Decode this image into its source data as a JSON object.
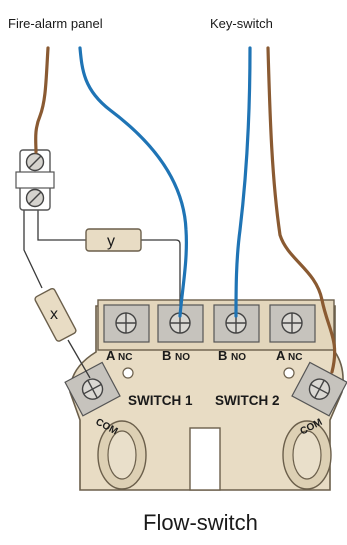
{
  "labels": {
    "fire_alarm_panel": "Fire-alarm panel",
    "key_switch": "Key-switch",
    "flow_switch": "Flow-switch",
    "resistor_x": "x",
    "resistor_y": "y",
    "switch1": "SWITCH 1",
    "switch2": "SWITCH 2",
    "com_left": "COM",
    "com_right": "COM"
  },
  "terminals": [
    {
      "main": "A",
      "sub": "NC"
    },
    {
      "main": "B",
      "sub": "NO"
    },
    {
      "main": "B",
      "sub": "NO"
    },
    {
      "main": "A",
      "sub": "NC"
    }
  ],
  "colors": {
    "brown_wire": "#8a5a32",
    "blue_wire": "#1f74b5",
    "body_fill": "#e8dcc4",
    "body_stroke": "#6b5f4b",
    "line": "#3a3a3a"
  }
}
